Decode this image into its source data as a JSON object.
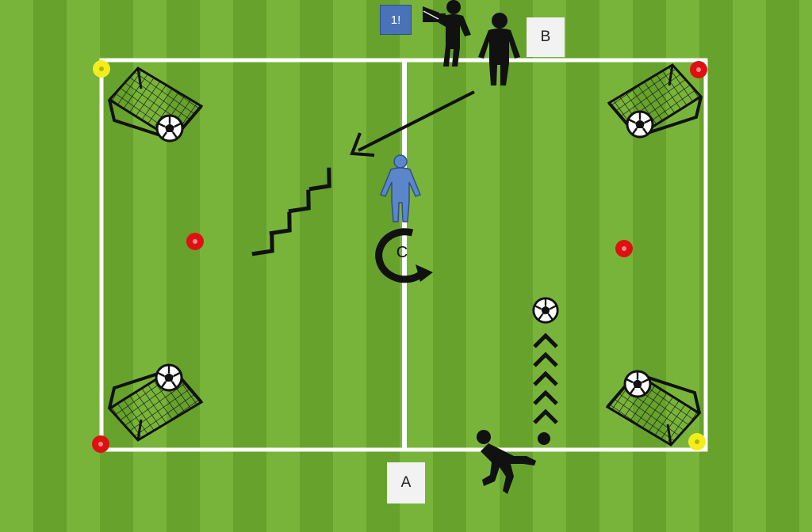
{
  "labels": {
    "badge": "1!",
    "b": "B",
    "a": "A",
    "c": "C"
  },
  "colors": {
    "grass_light": "#79b43a",
    "grass_dark": "#62a028",
    "lines": "#ffffff",
    "red_cone": "#dd1111",
    "yellow_cone": "#f2ee1e",
    "coach": "#5b86c9",
    "badge": "#4a72b8"
  },
  "icons": [
    "goal-net-icon",
    "soccer-ball-icon",
    "player-icon",
    "coach-icon",
    "megaphone-icon",
    "cone-icon",
    "arrow-icon",
    "chevron-icon",
    "turn-arrow-icon"
  ]
}
